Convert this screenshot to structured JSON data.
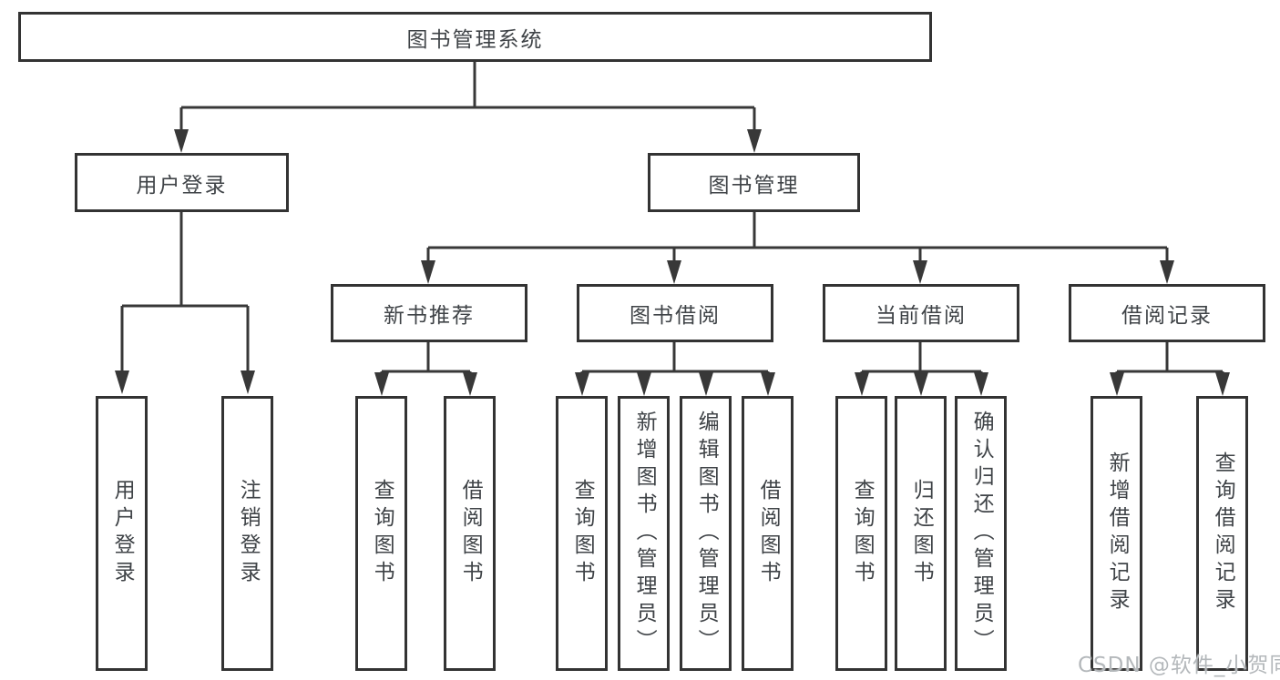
{
  "tree": {
    "root": {
      "label": "图书管理系统"
    },
    "branches": [
      {
        "label": "用户登录",
        "children": [
          {
            "label": "用户登录"
          },
          {
            "label": "注销登录"
          }
        ]
      },
      {
        "label": "图书管理",
        "children": [
          {
            "label": "新书推荐",
            "children": [
              {
                "label": "查询图书"
              },
              {
                "label": "借阅图书"
              }
            ]
          },
          {
            "label": "图书借阅",
            "children": [
              {
                "label": "查询图书"
              },
              {
                "label": "新增图书（管理员）"
              },
              {
                "label": "编辑图书（管理员）"
              },
              {
                "label": "借阅图书"
              }
            ]
          },
          {
            "label": "当前借阅",
            "children": [
              {
                "label": "查询图书"
              },
              {
                "label": "归还图书"
              },
              {
                "label": "确认归还（管理员）"
              }
            ]
          },
          {
            "label": "借阅记录",
            "children": [
              {
                "label": "新增借阅记录"
              },
              {
                "label": "查询借阅记录"
              }
            ]
          }
        ]
      }
    ]
  },
  "watermark": {
    "text": "CSDN @软件_小贺同学"
  },
  "colors": {
    "line": "#383838",
    "border": "#333333",
    "text": "#3f4347",
    "background": "#ffffff",
    "watermark": "#b4b8bb"
  }
}
